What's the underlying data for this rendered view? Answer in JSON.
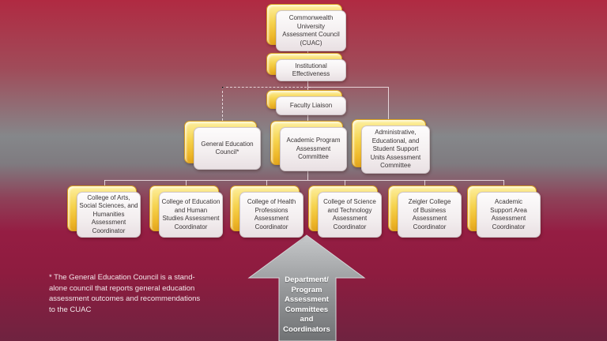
{
  "slide_title": "Commonwealth University Assessment Council organization chart",
  "nodes": {
    "cuac": "Commonwealth\nUniversity\nAssessment Council\n(CUAC)",
    "institutional_effectiveness": "Institutional\nEffectiveness",
    "faculty_liaison": "Faculty Liaison",
    "general_education_council": "General Education\nCouncil*",
    "academic_program_assessment_committee": "Academic Program\nAssessment\nCommittee",
    "admin_edu_student_support": "Administrative,\nEducational, and\nStudent Support\nUnits Assessment\nCommittee",
    "coord_arts": "College of Arts,\nSocial Sciences, and\nHumanities\nAssessment\nCoordinator",
    "coord_education": "College of Education\nand Human\nStudies Assessment\nCoordinator",
    "coord_health": "College of Health\nProfessions\nAssessment\nCoordinator",
    "coord_science": "College of Science\nand Technology\nAssessment\nCoordinator",
    "coord_business": "Zeigler College\nof Business\nAssessment\nCoordinator",
    "coord_support": "Academic\nSupport Area\nAssessment\nCoordinator"
  },
  "connections": [
    {
      "from": "cuac",
      "to": "institutional_effectiveness",
      "style": "solid"
    },
    {
      "from": "institutional_effectiveness",
      "to": "faculty_liaison",
      "style": "solid"
    },
    {
      "from": "institutional_effectiveness",
      "to": "general_education_council",
      "style": "dashed"
    },
    {
      "from": "institutional_effectiveness",
      "to": "admin_edu_student_support",
      "style": "solid"
    },
    {
      "from": "faculty_liaison",
      "to": "academic_program_assessment_committee",
      "style": "solid"
    },
    {
      "from": "academic_program_assessment_committee",
      "to": "coord_arts",
      "style": "solid"
    },
    {
      "from": "academic_program_assessment_committee",
      "to": "coord_education",
      "style": "solid"
    },
    {
      "from": "academic_program_assessment_committee",
      "to": "coord_health",
      "style": "solid"
    },
    {
      "from": "academic_program_assessment_committee",
      "to": "coord_science",
      "style": "solid"
    },
    {
      "from": "academic_program_assessment_committee",
      "to": "coord_business",
      "style": "solid"
    },
    {
      "from": "academic_program_assessment_committee",
      "to": "coord_support",
      "style": "solid"
    }
  ],
  "arrow_label": "Department/\nProgram\nAssessment\nCommittees\nand\nCoordinators",
  "footnote": "* The General Education Council is a stand-\nalone council that reports general education\nassessment outcomes and recommendations\nto the CUAC",
  "colors": {
    "accent_gold": "#f3c843",
    "card_face": "#f3eeef",
    "background_top": "#b02a42",
    "background_gray": "#85878a",
    "background_bottom": "#6f2340",
    "arrow_gray_light": "#c6c8ca",
    "arrow_gray_dark": "#707274",
    "connector": "#faf0f2"
  }
}
